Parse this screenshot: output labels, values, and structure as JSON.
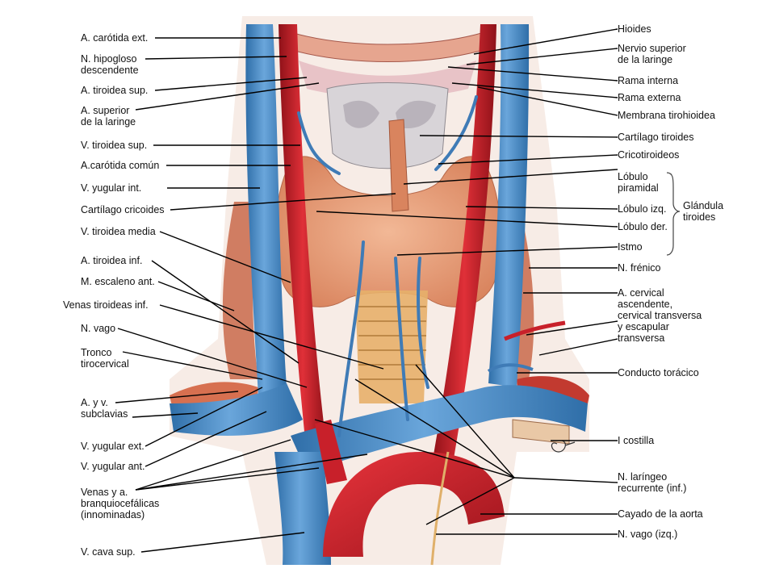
{
  "labels_left": [
    [
      "A. carótida ext."
    ],
    [
      "N. hipogloso",
      "descendente"
    ],
    [
      "A. tiroidea sup."
    ],
    [
      "A. superior",
      "de la laringe"
    ],
    [
      "V. tiroidea sup."
    ],
    [
      "A.carótida común"
    ],
    [
      "V. yugular int."
    ],
    [
      "Cartílago cricoides"
    ],
    [
      "V. tiroidea media"
    ],
    [
      "A. tiroidea inf."
    ],
    [
      "M. escaleno ant."
    ],
    [
      "Venas tiroideas inf."
    ],
    [
      "N. vago"
    ],
    [
      "Tronco",
      "tirocervical"
    ],
    [
      "A. y v.",
      "subclavias"
    ],
    [
      "V. yugular ext."
    ],
    [
      "V. yugular ant."
    ],
    [
      "Venas y a.",
      "branquiocefálicas",
      "(innominadas)"
    ],
    [
      "V. cava sup."
    ]
  ],
  "labels_right": [
    [
      "Hioides"
    ],
    [
      "Nervio superior",
      "de la laringe"
    ],
    [
      "Rama interna"
    ],
    [
      "Rama externa"
    ],
    [
      "Membrana tirohioidea"
    ],
    [
      "Cartílago tiroides"
    ],
    [
      "Cricotiroideos"
    ],
    [
      "Lóbulo",
      "piramidal"
    ],
    [
      "Lóbulo izq."
    ],
    [
      "Lóbulo der."
    ],
    [
      "Istmo"
    ],
    [
      "N. frénico"
    ],
    [
      "A. cervical",
      "ascendente,",
      "cervical transversa",
      "y escapular",
      "transversa"
    ],
    [
      "Conducto torácico"
    ],
    [
      "I costilla"
    ],
    [
      "N. laríngeo",
      "recurrente (inf.)"
    ],
    [
      "Cayado de la aorta"
    ],
    [
      "N. vago (izq.)"
    ]
  ],
  "brace_label": [
    "Glándula",
    "tiroides"
  ],
  "colors": {
    "vein": "#4f8fc9",
    "vein_dark": "#2f6ea8",
    "artery": "#c8202a",
    "artery_dark": "#8e1118",
    "thyroid": "#e7a27f",
    "cartilage": "#d8d4d8",
    "muscle": "#c96a4a",
    "leader": "#000000"
  }
}
